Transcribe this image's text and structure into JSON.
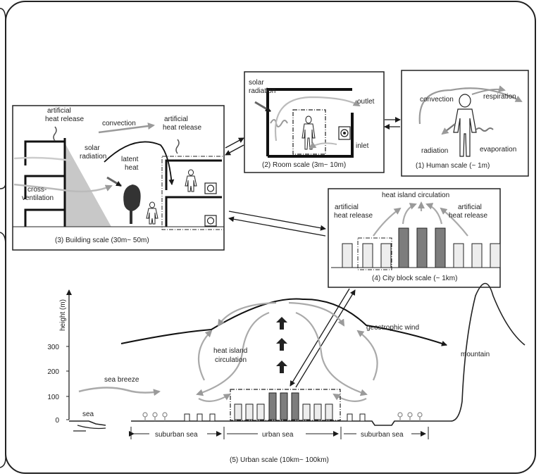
{
  "colors": {
    "line": "#1a1a1a",
    "arrow_light": "#9a9a9a",
    "arrow_mid": "#777777",
    "bar_dark": "#7d7d7d",
    "bar_light": "#ededed",
    "shade": "#c8c8c8",
    "tree": "#333333"
  },
  "human": {
    "caption": "(1)  Human scale (~ 1m)",
    "convection": "convection",
    "respiration": "respiration",
    "radiation": "radiation",
    "evaporation": "evaporation"
  },
  "room": {
    "caption": "(2)  Room scale (3m~ 10m)",
    "solar_1": "solar",
    "solar_2": "radiation",
    "outlet": "outlet",
    "inlet": "inlet"
  },
  "building": {
    "caption": "(3)  Building scale (30m~ 50m)",
    "ahr_left_1": "artificial",
    "ahr_left_2": "heat release",
    "convection": "convection",
    "ahr_right_1": "artificial",
    "ahr_right_2": "heat release",
    "solar_1": "solar",
    "solar_2": "radiation",
    "latent_1": "latent",
    "latent_2": "heat",
    "cross_1": "cross-",
    "cross_2": "ventilation"
  },
  "city": {
    "caption": "(4)  City block scale (~ 1km)",
    "circulation": "heat island circulation",
    "ahr_left_1": "artificial",
    "ahr_left_2": "heat release",
    "ahr_right_1": "artificial",
    "ahr_right_2": "heat release"
  },
  "urban": {
    "caption": "(5)  Urban scale (10km~ 100km)",
    "ylabel": "height (m)",
    "yticks": [
      "0",
      "100",
      "200",
      "300"
    ],
    "geostrophic": "geostrophic wind",
    "circ_1": "heat island",
    "circ_2": "circulation",
    "sea_breeze": "sea breeze",
    "mountain": "mountain",
    "sea": "sea",
    "suburban_left": "suburban sea",
    "urban_sea": "urban sea",
    "suburban_right": "suburban sea"
  }
}
